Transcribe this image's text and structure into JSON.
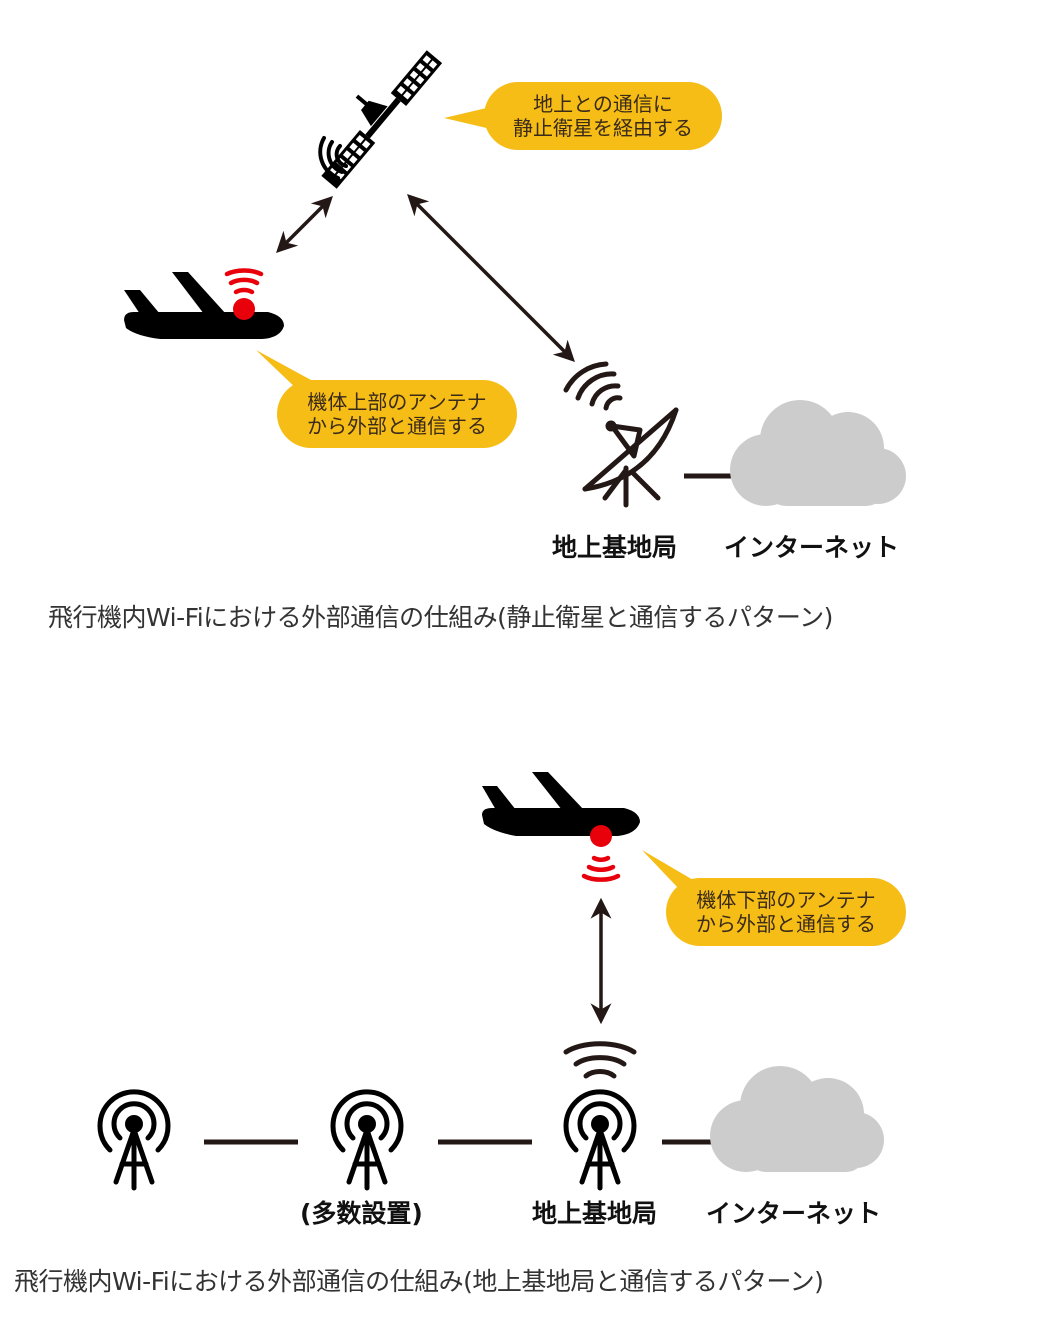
{
  "diagram_satellite": {
    "bubble_satellite": {
      "line1": "地上との通信に",
      "line2": "静止衛星を経由する"
    },
    "bubble_plane": {
      "line1": "機体上部のアンテナ",
      "line2": "から外部と通信する"
    },
    "label_ground_station": "地上基地局",
    "label_internet": "インターネット",
    "caption": "飛行機内Wi-Fiにおける外部通信の仕組み(静止衛星と通信するパターン)"
  },
  "diagram_ground": {
    "bubble_plane": {
      "line1": "機体下部のアンテナ",
      "line2": "から外部と通信する"
    },
    "label_many": "(多数設置)",
    "label_ground_station": "地上基地局",
    "label_internet": "インターネット",
    "caption": "飛行機内Wi-Fiにおける外部通信の仕組み(地上基地局と通信するパターン)"
  },
  "colors": {
    "bubble": "#f6bd16",
    "signal_red": "#e8000b",
    "icon_dark": "#231815",
    "cloud": "#cccccc"
  }
}
